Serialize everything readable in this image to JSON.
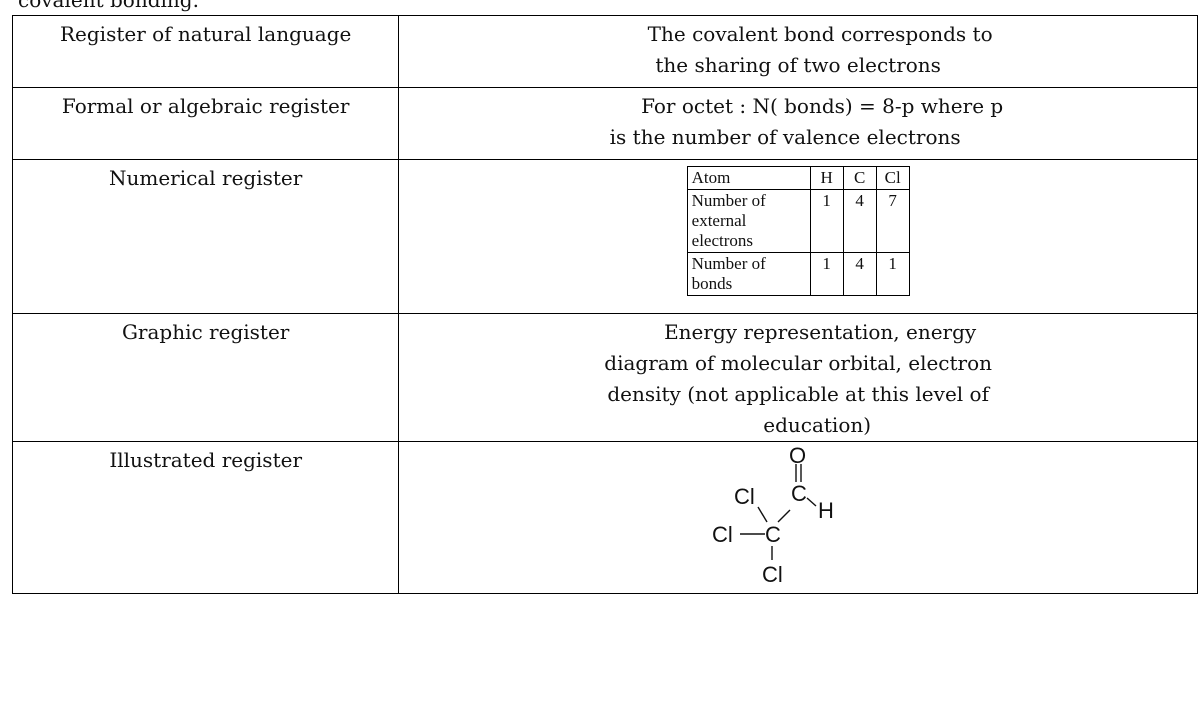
{
  "fragment": "covalent bonding.",
  "rows": [
    {
      "register": "Register of natural language",
      "lines": [
        "The covalent bond corresponds to",
        "the sharing of two electrons"
      ]
    },
    {
      "register": "Formal or algebraic register",
      "lines": [
        "For octet : N( bonds) = 8-p where p",
        "is the number of valence electrons"
      ]
    },
    {
      "register": "Numerical register",
      "table": {
        "header": [
          "Atom",
          "H",
          "C",
          "Cl"
        ],
        "rows": [
          [
            "Number of external electrons",
            "1",
            "4",
            "7"
          ],
          [
            "Number of bonds",
            "1",
            "4",
            "1"
          ]
        ]
      }
    },
    {
      "register": "Graphic register",
      "lines": [
        "Energy representation, energy",
        "diagram of molecular orbital, electron",
        "density (not applicable at this level of",
        "education)"
      ]
    },
    {
      "register": "Illustrated register",
      "structure": {
        "atoms": [
          "O",
          "Cl",
          "C",
          "H",
          "Cl",
          "C",
          "Cl"
        ]
      }
    }
  ]
}
